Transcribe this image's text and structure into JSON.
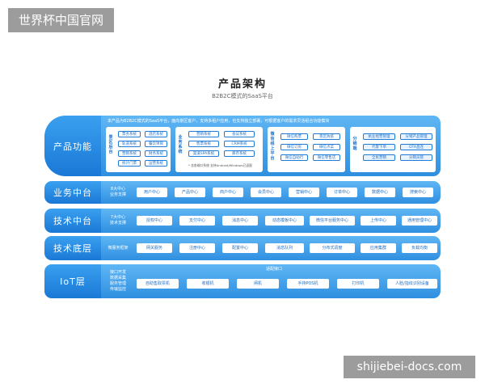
{
  "watermark_top": "世界杯中国官网",
  "watermark_bottom": "shijiebei-docs.com",
  "title": "产品架构",
  "subtitle": "B2B2C模式的SaaS平台",
  "product": {
    "label": "产品功能",
    "header": "本产品为B2B2C模式的SaaS平台，面向景区客户，支持多租户应用，也支持独立部署，可根据客户的需求灵活组合功能模块",
    "groups": [
      {
        "name": "景区后台",
        "items": [
          "票务系统",
          "酒店系统",
          "轨道系统",
          "餐饮项目",
          "营销系统",
          "财务系统",
          "统计门票",
          "运营系统"
        ]
      },
      {
        "name": "业务系统",
        "items": [
          "营销系统",
          "会议系统",
          "售票系统",
          "CRM系统",
          "渠道SPA系统",
          "库存系统"
        ],
        "note": "* 含各端口系统     支持Android/Windows已适配"
      },
      {
        "name": "微信线上平台",
        "items": [
          "微信购票",
          "景区防疫",
          "微信订房",
          "微信点菜",
          "微信自助行",
          "微信零售店"
        ]
      },
      {
        "name": "分销端",
        "items": [
          "执业经营管理",
          "分销产品管理",
          "代客下单",
          "OTA直连",
          "全民营销",
          "分销员管"
        ]
      }
    ]
  },
  "business": {
    "label": "业务中台",
    "sub": [
      "8大中心",
      "业务支撑"
    ],
    "items": [
      "用户中心",
      "产品中心",
      "商户中心",
      "会员中心",
      "营销中心",
      "订单中心",
      "数据中心",
      "搜索中心"
    ]
  },
  "tech": {
    "label": "技术中台",
    "sub": [
      "7大中心",
      "技术支撑"
    ],
    "items": [
      "授权中心",
      "支付中心",
      "消息中心",
      "动态模板中心",
      "微信平台服务中心",
      "上传中心",
      "通用管理中心"
    ]
  },
  "base": {
    "label": "技术底层",
    "sub": [
      "微服务框架"
    ],
    "items": [
      "网关服务",
      "注册中心",
      "配置中心",
      "消息队列",
      "分布式调度",
      "应用集群",
      "负载均衡"
    ]
  },
  "iot": {
    "label": "IoT层",
    "sub": [
      "接口开发",
      "数据采集",
      "服务管理",
      "传输监控"
    ],
    "header": "适配接口",
    "items": [
      "自助售取票机",
      "收银机",
      "闸机",
      "手持POS机",
      "打印机",
      "人脸/指纹识别设备"
    ]
  },
  "colors": {
    "primary": "#1a78d6",
    "light": "#5fb6f4",
    "watermark": "#9c9c9c"
  }
}
